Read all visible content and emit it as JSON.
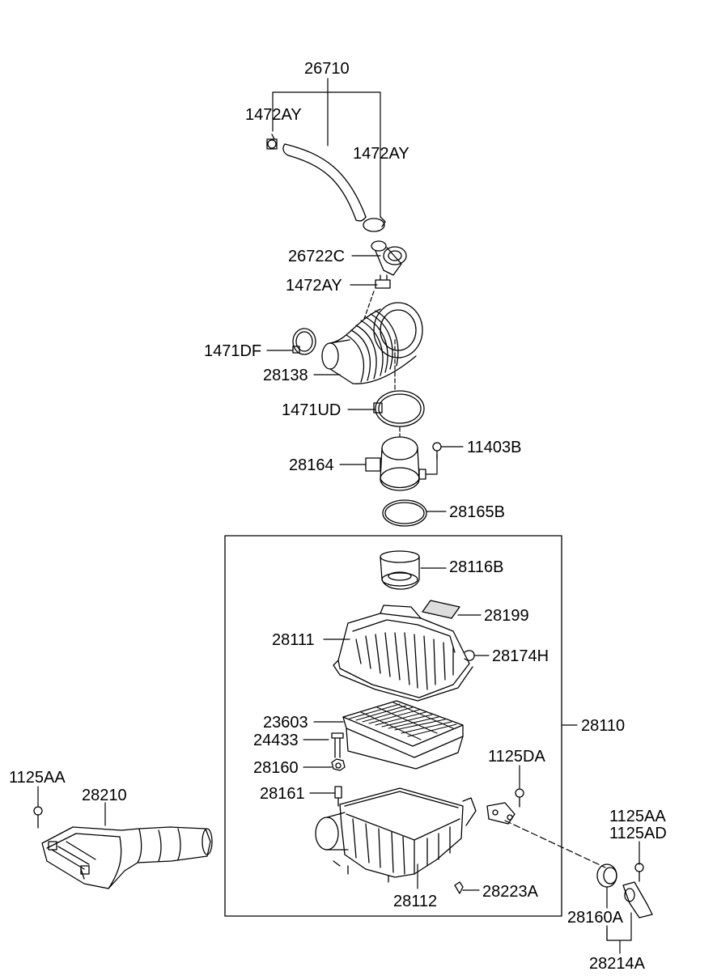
{
  "diagram": {
    "colors": {
      "line": "#000000",
      "part_fill": "#ffffff",
      "part_shade": "#d8d8d8"
    },
    "labels": {
      "p26710": "26710",
      "p1472ay_a": "1472AY",
      "p1472ay_b": "1472AY",
      "p26722c": "26722C",
      "p1472ay_c": "1472AY",
      "p1471df": "1471DF",
      "p28138": "28138",
      "p1471ud": "1471UD",
      "p28164": "28164",
      "p11403b": "11403B",
      "p28165b": "28165B",
      "p28116b": "28116B",
      "p28199": "28199",
      "p28111": "28111",
      "p28174h": "28174H",
      "p23603": "23603",
      "p24433": "24433",
      "p28110": "28110",
      "p28160": "28160",
      "p1125da": "1125DA",
      "p28161": "28161",
      "p1125aa_a": "1125AA",
      "p28210": "28210",
      "p1125aa_b": "1125AA",
      "p1125ad": "1125AD",
      "p28112": "28112",
      "p28223a": "28223A",
      "p28160a": "28160A",
      "p28214a": "28214A"
    }
  }
}
